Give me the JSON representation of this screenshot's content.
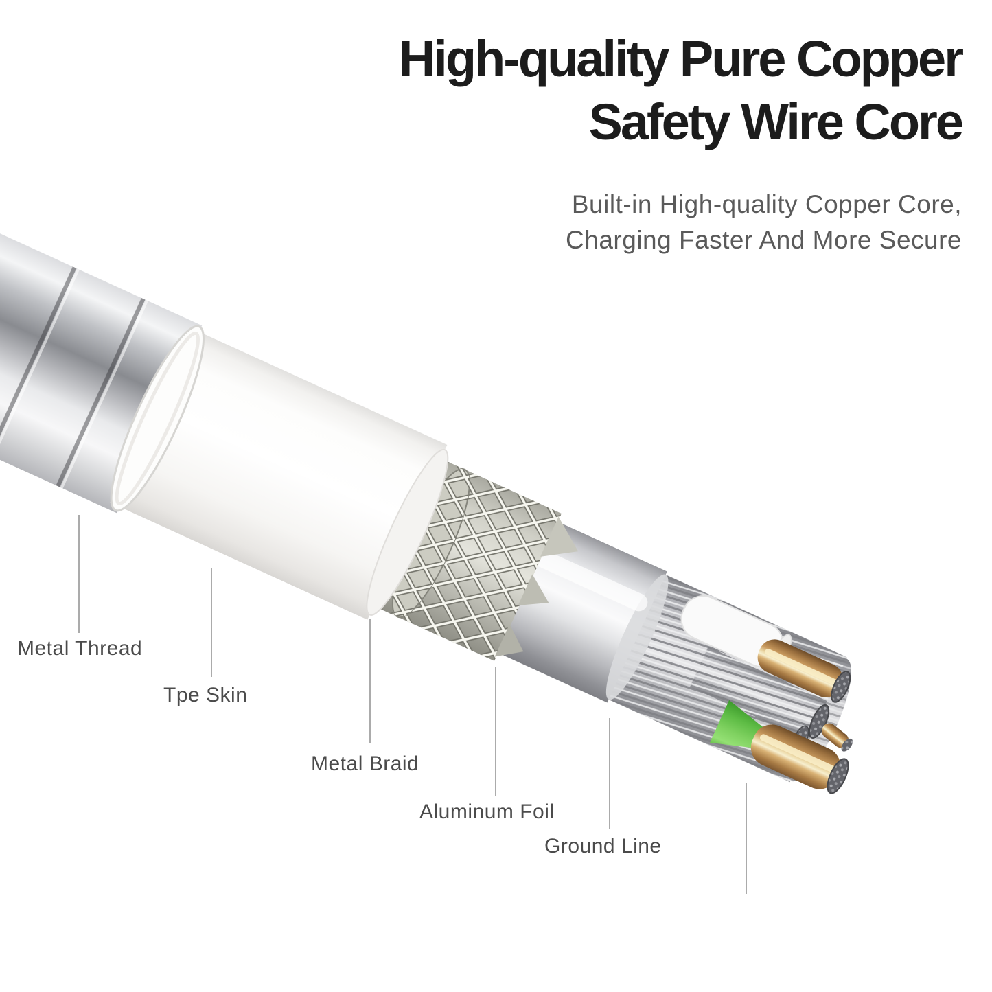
{
  "header": {
    "title_line1": "High-quality Pure Copper",
    "title_line2": "Safety Wire Core",
    "subtitle_line1": "Built-in High-quality Copper Core,",
    "subtitle_line2": "Charging Faster And More Secure"
  },
  "callouts": {
    "metal_thread": "Metal Thread",
    "tpe_skin": "Tpe Skin",
    "metal_braid": "Metal Braid",
    "aluminum_foil": "Aluminum Foil",
    "ground_line": "Ground Line"
  },
  "colors": {
    "background": "#ffffff",
    "title_text": "#1c1c1c",
    "subtitle_text": "#5a5a5a",
    "label_text": "#4b4b4b",
    "leader_line": "#ababab",
    "chrome_silver": "#c0c2c6",
    "tpe_white": "#ffffff",
    "braid_silver": "#cfcfc6",
    "foil_silver": "#e2e3e5",
    "shield_gray": "#c6c7ca",
    "copper": "#c99a5e",
    "ground_green": "#5ebc45"
  }
}
